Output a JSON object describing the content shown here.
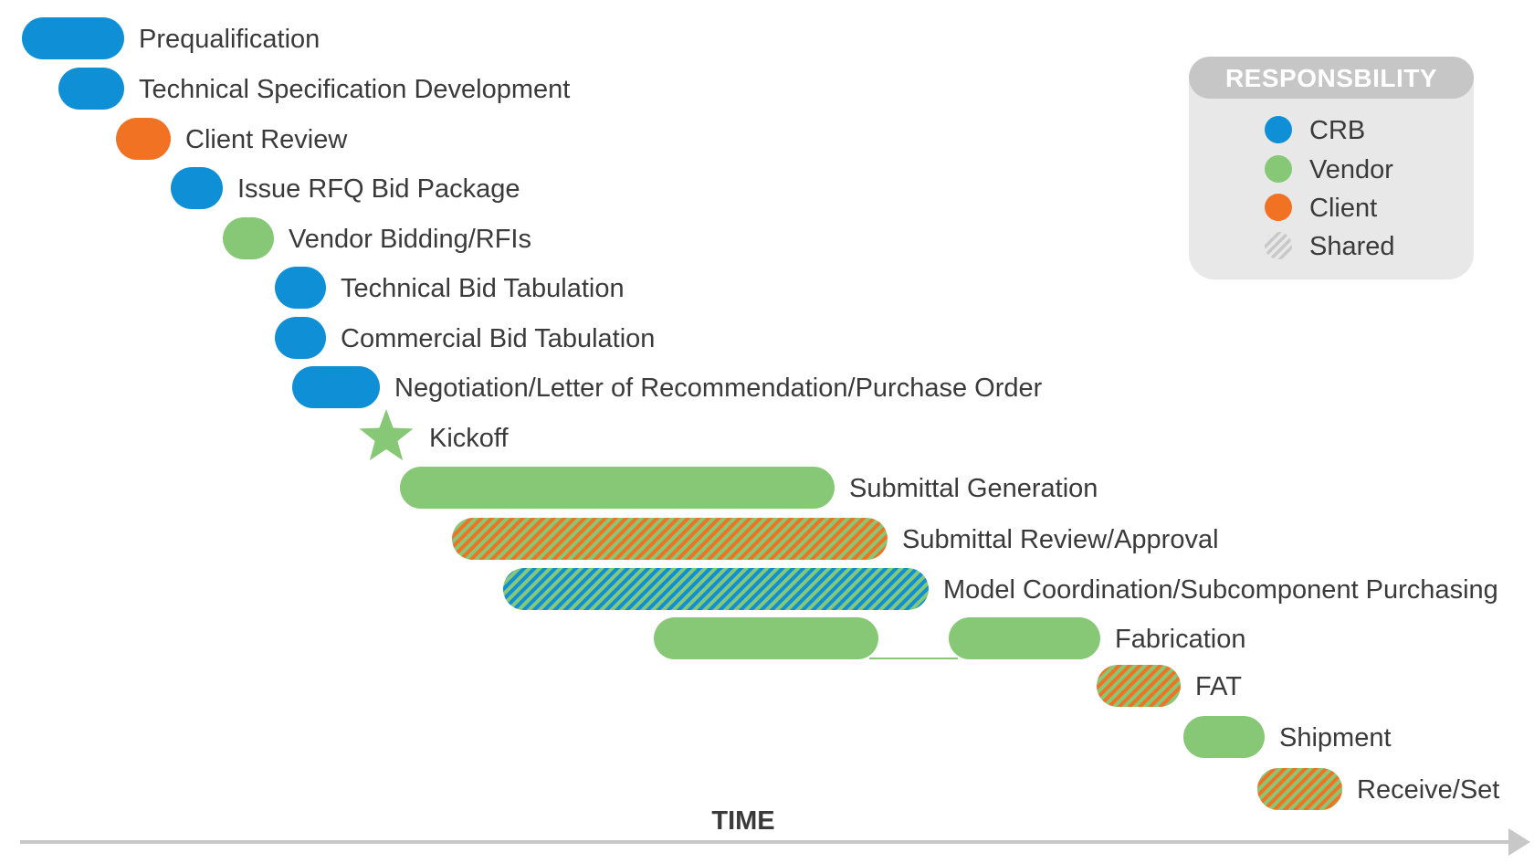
{
  "colors": {
    "crb": "#0F8FD6",
    "vendor": "#86C876",
    "client": "#F27224",
    "shared_stripe": "#C8C8C8",
    "legend_bg": "#E8E8E8",
    "legend_header": "#C6C6C6",
    "axis": "#C8C8C8",
    "text": "#3a3a3a"
  },
  "legend": {
    "title": "RESPONSBILITY",
    "items": [
      {
        "label": "CRB",
        "key": "crb",
        "icon": "blue-dot-icon"
      },
      {
        "label": "Vendor",
        "key": "vendor",
        "icon": "green-dot-icon"
      },
      {
        "label": "Client",
        "key": "client",
        "icon": "orange-dot-icon"
      },
      {
        "label": "Shared",
        "key": "shared",
        "icon": "hatched-dot-icon"
      }
    ]
  },
  "axis": {
    "label": "TIME"
  },
  "tasks": [
    {
      "label": "Prequalification",
      "owner": "crb"
    },
    {
      "label": "Technical Specification Development",
      "owner": "crb"
    },
    {
      "label": "Client Review",
      "owner": "client"
    },
    {
      "label": "Issue RFQ Bid Package",
      "owner": "crb"
    },
    {
      "label": "Vendor Bidding/RFIs",
      "owner": "vendor"
    },
    {
      "label": "Technical Bid Tabulation",
      "owner": "crb"
    },
    {
      "label": "Commercial Bid Tabulation",
      "owner": "crb"
    },
    {
      "label": "Negotiation/Letter of Recommendation/Purchase Order",
      "owner": "crb"
    },
    {
      "label": "Kickoff",
      "owner": "vendor",
      "milestone": true
    },
    {
      "label": "Submittal Generation",
      "owner": "vendor"
    },
    {
      "label": "Submittal Review/Approval",
      "owner": "shared",
      "shared_with": [
        "client",
        "vendor"
      ]
    },
    {
      "label": "Model Coordination/Subcomponent Purchasing",
      "owner": "shared",
      "shared_with": [
        "crb",
        "vendor"
      ]
    },
    {
      "label": "Fabrication",
      "owner": "vendor",
      "split": true
    },
    {
      "label": "FAT",
      "owner": "shared",
      "shared_with": [
        "client",
        "vendor"
      ]
    },
    {
      "label": "Shipment",
      "owner": "vendor"
    },
    {
      "label": "Receive/Set",
      "owner": "shared",
      "shared_with": [
        "client",
        "vendor"
      ]
    }
  ]
}
